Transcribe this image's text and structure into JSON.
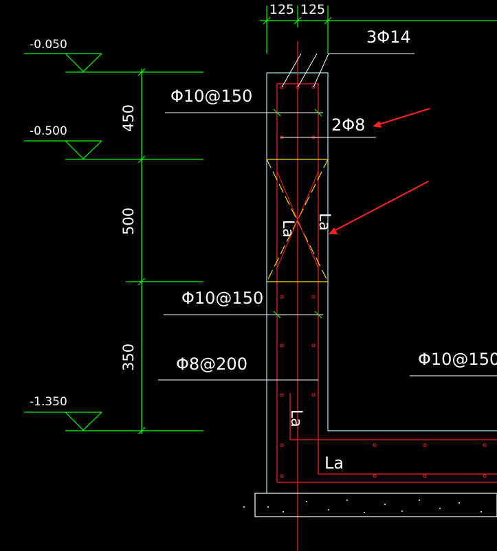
{
  "colors": {
    "background": "#000000",
    "dimension": "#00ff00",
    "outline": "#9fe8f0",
    "rebar": "#ff2020",
    "opening": "#ffe000",
    "text": "#ffffff",
    "slab": "#ffffff",
    "arrow": "#ff2020"
  },
  "levels": [
    "-0.050",
    "-0.500",
    "-1.350"
  ],
  "dimensions": {
    "top_left": "125",
    "top_right": "125",
    "seg_upper": "450",
    "seg_middle": "500",
    "seg_lower": "350"
  },
  "labels": {
    "top_bars": "3Φ14",
    "stirrup_upper": "Φ10@150",
    "waist_bars": "2Φ8",
    "stirrup_lower": "Φ10@150",
    "dist_bars": "Φ8@200",
    "slab_bars": "Φ10@150",
    "anchor_a": "La",
    "anchor_b": "La",
    "anchor_c": "La",
    "anchor_d": "La"
  }
}
